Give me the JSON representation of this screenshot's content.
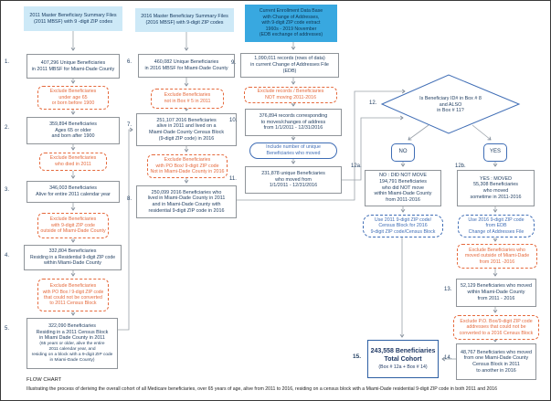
{
  "colors": {
    "source_light_blue": "#cde9f7",
    "source_bright_blue": "#38a8e0",
    "box_border_gray": "#8f9499",
    "exclude_orange": "#e56a3d",
    "flow_blue": "#3f6db5",
    "text_navy": "#1d3b5e"
  },
  "sources": {
    "mbsf2011": {
      "lines": [
        "2011 Master Beneficiary Summary Files",
        "(2011 MBSF) with 9 -digit ZIP codes"
      ]
    },
    "mbsf2016": {
      "lines": [
        "2016 Master Beneficiary Summary Files",
        "(2016 MBSF) with 9-digit ZIP codes"
      ]
    },
    "edb": {
      "lines": [
        "Current Enrollment Data Base",
        "with Change of Addresses,",
        "with 9-digit ZIP code extract",
        "1960s - 2019 November",
        "(EDB exchange of addresses)"
      ]
    }
  },
  "flow": {
    "box1": {
      "num": "1.",
      "lines": [
        "407,296 Unique Beneficiaries",
        "in 2011 MBSF for Miami-Dade County"
      ]
    },
    "exc1": {
      "lines": [
        "Exclude Beneficiaries",
        "under age 65",
        "or born before 1900"
      ]
    },
    "box2": {
      "num": "2.",
      "lines": [
        "359,894 Beneficiaries",
        "Ages 65 or older",
        "and born after 1900"
      ]
    },
    "exc2": {
      "lines": [
        "Exclude Beneficiaries",
        "who died in 2011"
      ]
    },
    "box3": {
      "num": "3.",
      "lines": [
        "346,003 Beneficiaries",
        "Alive for entire 2011 calendar year"
      ]
    },
    "exc3": {
      "lines": [
        "Exclude Beneficiaries",
        "with 9-digit ZIP code",
        "outside of Miami-Dade County"
      ]
    },
    "box4": {
      "num": "4.",
      "lines": [
        "332,804 Beneficiaries",
        "Residing in a Residential 9-digit ZIP code",
        "within Miami-Dade County"
      ]
    },
    "exc4": {
      "lines": [
        "Exclude  Beneficiaries",
        "with PO Box / 9-digit ZIP code",
        "that could not be converted",
        "to 2011 Census Block"
      ]
    },
    "box5": {
      "num": "5.",
      "lines": [
        "322,090 Beneficiaries",
        "Residing in a 2011 Census Block",
        "in Miami Dade County in  2011"
      ],
      "small": [
        "(65 years or older, alive the entire",
        "2011 calendar year, and",
        "residing on a block with a 9-digit ZIP code",
        "in Miami-Dade County)"
      ]
    },
    "box6": {
      "num": "6.",
      "lines": [
        "460,082 Unique Beneficiaries",
        "in 2016 MBSF for Miami-Dade County"
      ]
    },
    "exc5": {
      "lines": [
        "Exclude Beneficiaries",
        "not in Box # 5  in 2011"
      ]
    },
    "box7": {
      "num": "7.",
      "lines": [
        "251,107  2016 Beneficiaries",
        "alive in 2011 and lived on a",
        "Miami-Dade County Census Block",
        "(9-digit ZIP code) in 2016"
      ]
    },
    "exc6": {
      "lines": [
        "Exclude Beneficiaries",
        "with PO Box/ 9-digit ZIP code",
        "Not in Miami-Dade County in 2016"
      ]
    },
    "box8": {
      "num": "8.",
      "lines": [
        "250,099  2016 Beneficiaries who",
        "lived in Miami-Dade County in 2011",
        "and in Miami-Dade County  with",
        "residential 9-digit ZIP code in 2016"
      ]
    },
    "box9": {
      "num": "9.",
      "lines": [
        "1,090,011 records (rows of data)",
        "in current Change of Addresses File",
        "(EDB)"
      ]
    },
    "exc7": {
      "lines": [
        "Exclude records / Beneficiaries",
        "NOT moving 2011-2016"
      ]
    },
    "box10": {
      "num": "10.",
      "lines": [
        "376,894 records corresponding",
        "to moves/changes of address",
        "from 1/1/2011 - 12/31/2016"
      ]
    },
    "inc1": {
      "lines": [
        "Include number of unique",
        "Beneficiaries who moved"
      ]
    },
    "box11": {
      "num": "11.",
      "lines": [
        "231,878  unique Beneficiaries",
        "who moved from",
        "1/1/2011 - 12/31/2016"
      ]
    },
    "box12a": {
      "lines": [
        "NO : DID NOT MOVE",
        "194,791 Beneficiaries",
        "who did NOT move",
        "within Miami-Dade County",
        "from 2011-2016"
      ]
    },
    "pill12a": {
      "lines": [
        "Use 2011 9-digit ZIP code/",
        "Census Block for 2016",
        "9-digit ZIP code/Census Block"
      ]
    },
    "box12b": {
      "lines": [
        "YES : MOVED",
        "55,308 Beneficiaries",
        "who moved",
        "sometime in 2011-2016"
      ]
    },
    "pill12b": {
      "lines": [
        "Use 2016 9-digit ZIP code",
        "from EDB",
        "Change of Addresses File"
      ]
    },
    "exc8": {
      "lines": [
        "Exclude Beneficiaries who",
        "moved outside of Miami-Dade",
        "from 2011 -2016"
      ]
    },
    "box13": {
      "num": "13.",
      "lines": [
        "52,129 Beneficiaries who moved",
        "within Miami-Dade County",
        "from 2011 - 2016"
      ]
    },
    "exc9": {
      "lines": [
        "Exclude P.O. Box/9-digit ZIP code",
        "addresses that could not be",
        "converted to a 2016 Census Block"
      ]
    },
    "box14": {
      "num": "14.",
      "lines": [
        "48,767 Beneficiaries who moved",
        "from one Miami-Dade County",
        "Census Block in 2011",
        "to another in 2016"
      ]
    },
    "box15": {
      "num": "15.",
      "lines": [
        "243,558 Beneficiaries",
        "Total Cohort"
      ],
      "sub": "(Box # 12a + Box # 14)"
    }
  },
  "decision": {
    "num": "12.",
    "lines": [
      "Is Beneficiary ID# in Box # 8",
      "and ALSO",
      "in Box # 11?"
    ],
    "no": "NO",
    "yes": "YES",
    "label_a": "12a.",
    "label_b": "12b."
  },
  "caption": {
    "title": "FLOW CHART",
    "text": "Illustrating the process of deriving the overall cohort of all Medicare beneficiaries, over 65 years of age, alive from 2011 to 2016, residing on a census block with a  Miami-Dade residential 9-digit ZIP code in both 2011 and 2016"
  }
}
